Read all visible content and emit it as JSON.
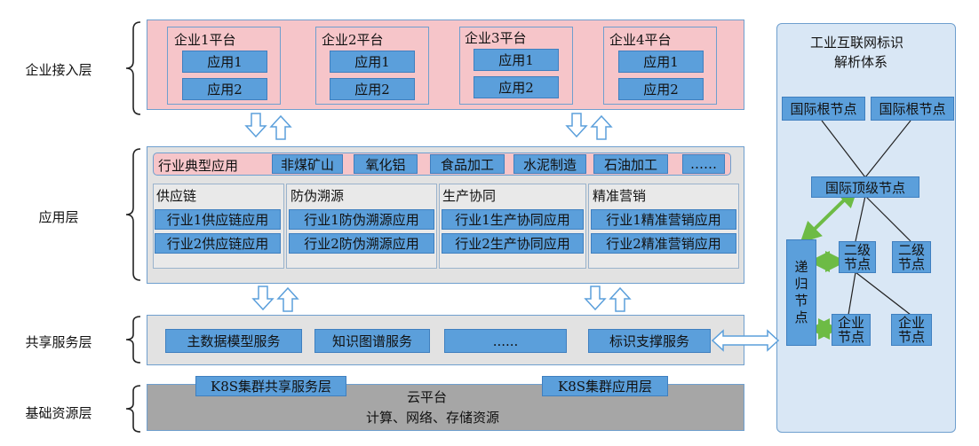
{
  "layers": {
    "enterprise": "企业接入层",
    "application": "应用层",
    "shared": "共享服务层",
    "base": "基础资源层"
  },
  "enterprise_platforms": [
    {
      "name": "企业1平台",
      "apps": [
        "应用1",
        "应用2"
      ]
    },
    {
      "name": "企业2平台",
      "apps": [
        "应用1",
        "应用2"
      ]
    },
    {
      "name": "企业3平台",
      "apps": [
        "应用1",
        "应用2"
      ]
    },
    {
      "name": "企业4平台",
      "apps": [
        "应用1",
        "应用2"
      ]
    }
  ],
  "industry": {
    "label": "行业典型应用",
    "items": [
      "非煤矿山",
      "氧化铝",
      "食品加工",
      "水泥制造",
      "石油加工",
      "……"
    ]
  },
  "app_columns": [
    {
      "title": "供应链",
      "items": [
        "行业1供应链应用",
        "行业2供应链应用"
      ]
    },
    {
      "title": "防伪溯源",
      "items": [
        "行业1防伪溯源应用",
        "行业2防伪溯源应用"
      ]
    },
    {
      "title": "生产协同",
      "items": [
        "行业1生产协同应用",
        "行业2生产协同应用"
      ]
    },
    {
      "title": "精准营销",
      "items": [
        "行业1精准营销应用",
        "行业2精准营销应用"
      ]
    }
  ],
  "shared_services": [
    "主数据模型服务",
    "知识图谱服务",
    "......",
    "标识支撑服务"
  ],
  "base": {
    "k8s_shared": "K8S集群共享服务层",
    "k8s_app": "K8S集群应用层",
    "cloud": "云平台",
    "resources": "计算、网络、存储资源"
  },
  "identity": {
    "title_line1": "工业互联网标识",
    "title_line2": "解析体系",
    "root1": "国际根节点",
    "root2": "国际根节点",
    "top": "国际顶级节点",
    "recursive": [
      "递",
      "归",
      "节",
      "点"
    ],
    "second1": [
      "二级",
      "节点"
    ],
    "second2": [
      "二级",
      "节点"
    ],
    "ent1": [
      "企业",
      "节点"
    ],
    "ent2": [
      "企业",
      "节点"
    ]
  },
  "colors": {
    "pink": "#f6c5c9",
    "gray": "#e2e2e2",
    "dark_gray": "#a6a6a6",
    "node_blue": "#5b9fdb",
    "panel_blue": "#d9e7f5",
    "arrow_green": "#6dbb45"
  }
}
